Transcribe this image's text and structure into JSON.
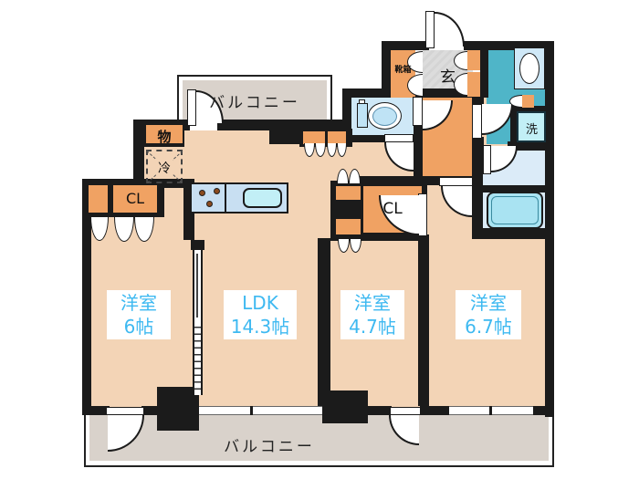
{
  "title": "apartment-floor-plan",
  "labels": {
    "balcony_top": "バルコニー",
    "balcony_bottom": "バルコニー",
    "storage": "物",
    "fridge": "冷",
    "closet_6": "CL",
    "closet_47": "CL",
    "shoebox": "靴箱",
    "entrance": "玄",
    "washer": "洗",
    "room6_name": "洋室",
    "room6_size": "6帖",
    "ldk_name": "LDK",
    "ldk_size": "14.3帖",
    "room47_name": "洋室",
    "room47_size": "4.7帖",
    "room67_name": "洋室",
    "room67_size": "6.7帖"
  },
  "colors": {
    "wall": "#1b1b1b",
    "floor": "#f3d4b6",
    "balcony": "#d9d2cb",
    "closet": "#f0a263",
    "entry": "#dcdcdc",
    "teal": "#4fb5c8",
    "toilet": "#cfe8f7",
    "bath": "#dbebf8",
    "tub": "#a9e3f2",
    "kitchen": "#c8dff2",
    "sink": "#c2eff6",
    "burner": "#8c4a1e",
    "label": "#3eb9f1"
  }
}
